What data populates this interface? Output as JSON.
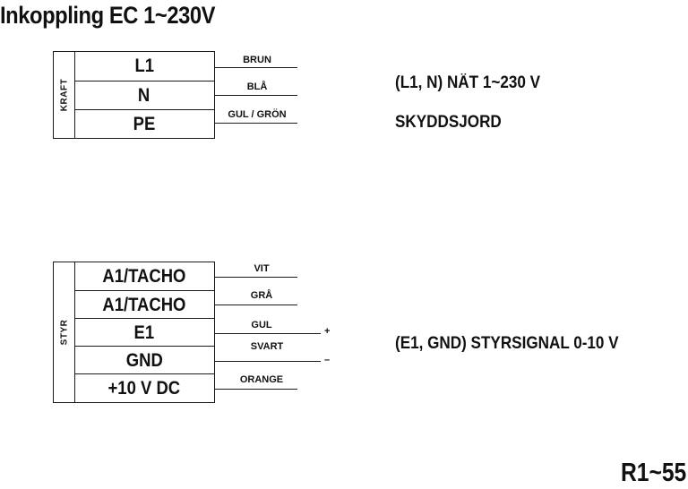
{
  "title": "Inkoppling EC 1~230V",
  "kraft": {
    "side_label": "KRAFT",
    "terminals": [
      "L1",
      "N",
      "PE"
    ],
    "wires": [
      "BRUN",
      "BLÅ",
      "GUL / GRÖN"
    ]
  },
  "styr": {
    "side_label": "STYR",
    "terminals": [
      "A1/TACHO",
      "A1/TACHO",
      "E1",
      "GND",
      "+10 V DC"
    ],
    "wires": [
      "VIT",
      "GRÅ",
      "GUL",
      "SVART",
      "ORANGE"
    ],
    "signs": [
      "+",
      "–"
    ]
  },
  "descriptions": {
    "mains": "(L1, N) NÄT 1~230 V",
    "earth": "SKYDDSJORD",
    "control": "(E1, GND) STYRSIGNAL 0-10 V"
  },
  "code": "R1~55"
}
